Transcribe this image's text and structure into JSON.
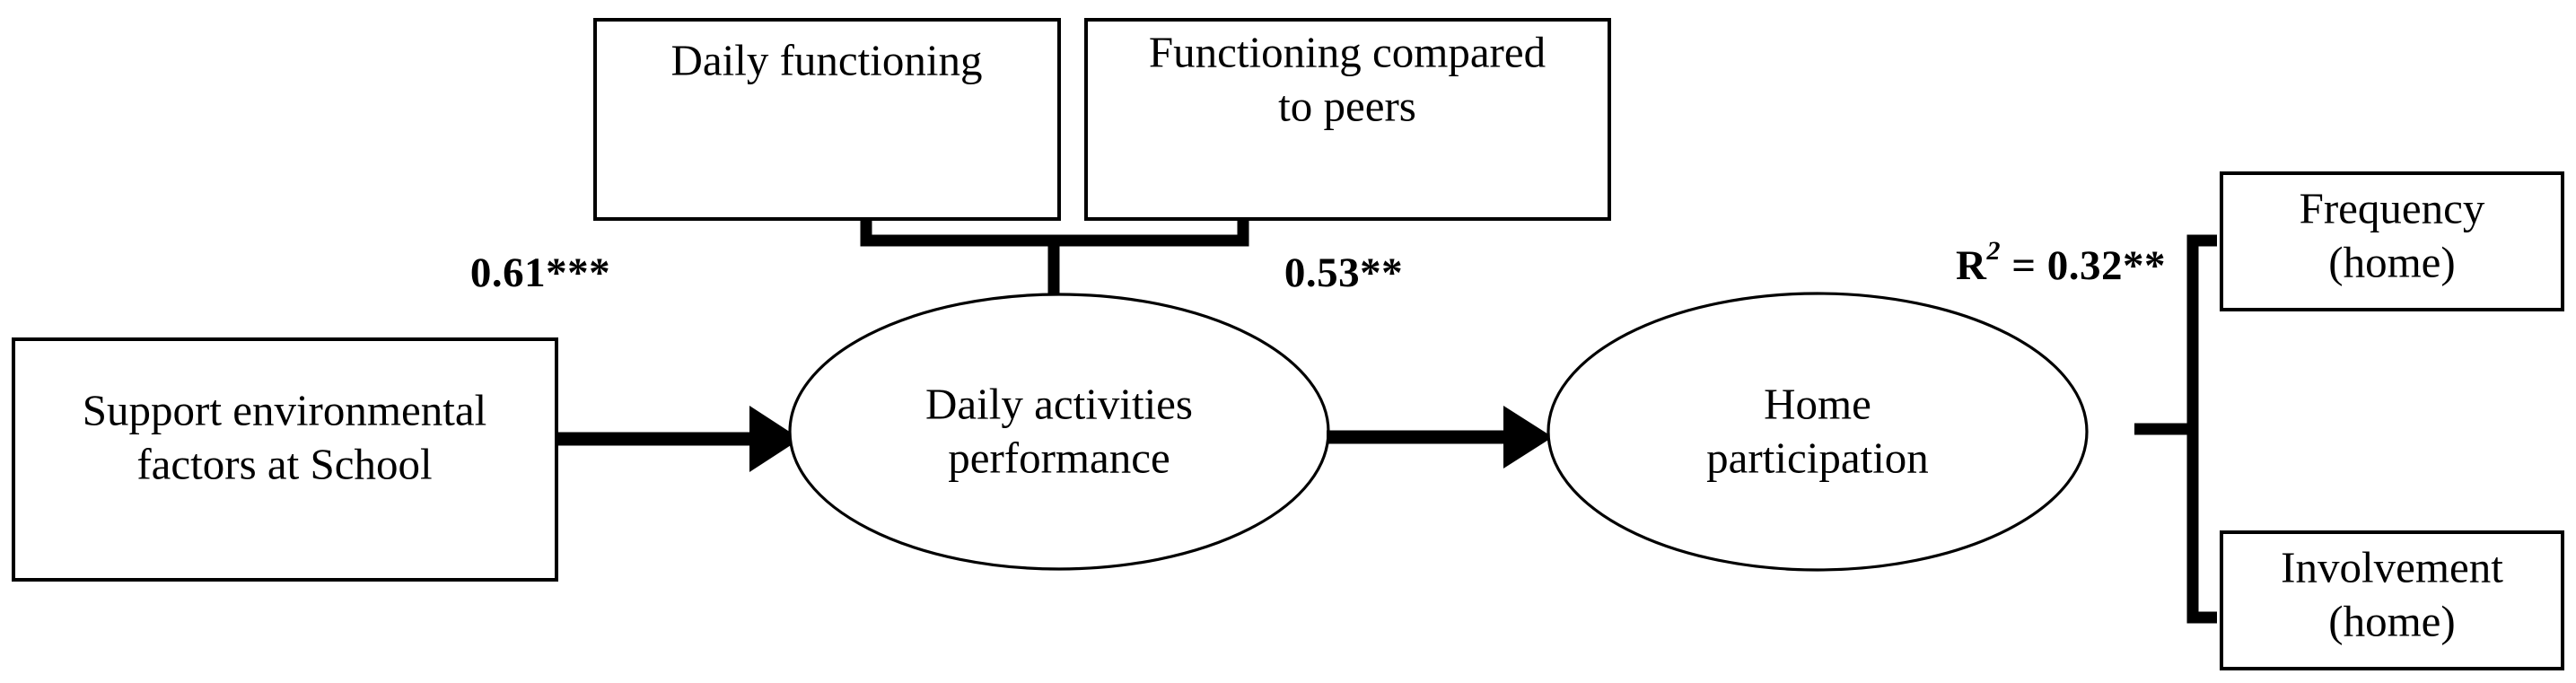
{
  "diagram": {
    "type": "path-model",
    "title": "",
    "background_color": "#ffffff",
    "stroke_color": "#000000",
    "nodes": {
      "predictor": {
        "label_line1": "Support environmental",
        "label_line2": "factors at School",
        "shape": "rectangle"
      },
      "indicator_daily_functioning": {
        "label_line1": "Daily functioning",
        "label_line2": "",
        "shape": "rectangle"
      },
      "indicator_peers": {
        "label_line1": "Functioning compared",
        "label_line2": "to peers",
        "shape": "rectangle"
      },
      "mediator": {
        "label_line1": "Daily activities",
        "label_line2": "performance",
        "shape": "ellipse"
      },
      "outcome": {
        "label_line1": "Home",
        "label_line2": "participation",
        "shape": "ellipse"
      },
      "outcome_frequency": {
        "label_line1": "Frequency",
        "label_line2": "(home)",
        "shape": "rectangle"
      },
      "outcome_involvement": {
        "label_line1": "Involvement",
        "label_line2": "(home)",
        "shape": "rectangle"
      }
    },
    "paths": [
      {
        "id": "predictor-to-mediator",
        "coefficient": "0.61",
        "significance": "***",
        "display": "0.61***"
      },
      {
        "id": "mediator-indicators",
        "coefficient": "0.53",
        "significance": "**",
        "display": "0.53**"
      }
    ],
    "statistics": {
      "r_squared": {
        "symbol": "R",
        "exponent": "2",
        "equals": " = ",
        "value": "0.32",
        "significance": "**"
      }
    }
  }
}
